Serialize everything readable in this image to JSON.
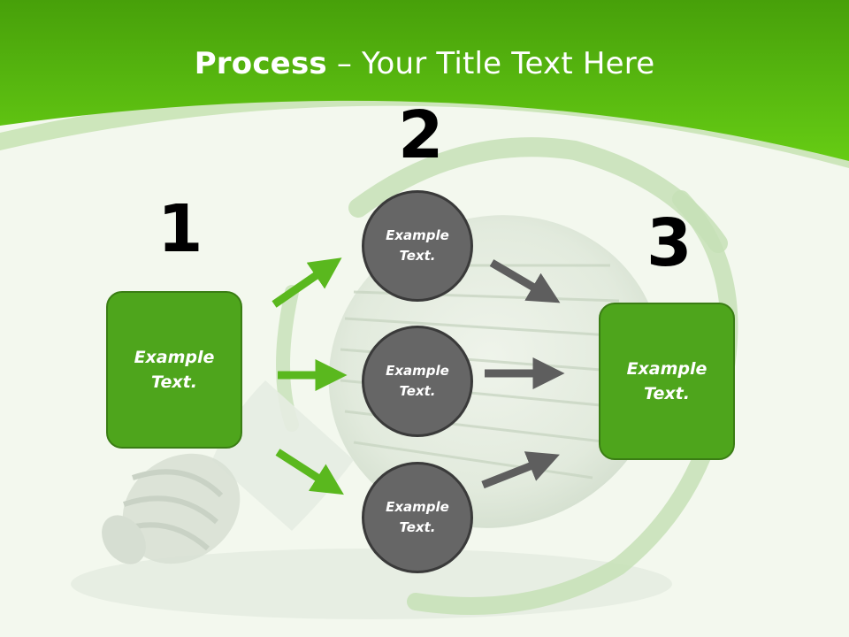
{
  "title": {
    "bold": "Process",
    "rest": " – Your Title Text Here"
  },
  "steps": [
    {
      "number": "1",
      "text_line1": "Example",
      "text_line2": "Text."
    },
    {
      "number": "2"
    },
    {
      "number": "3",
      "text_line1": "Example",
      "text_line2": "Text."
    }
  ],
  "circles": [
    {
      "line1": "Example",
      "line2": "Text."
    },
    {
      "line1": "Example",
      "line2": "Text."
    },
    {
      "line1": "Example",
      "line2": "Text."
    }
  ],
  "colors": {
    "header_green": "#5cc214",
    "box_green": "#4ea51c",
    "circle_gray": "#666666",
    "arrow_green": "#5ab81e",
    "arrow_gray": "#5e5e5e"
  }
}
